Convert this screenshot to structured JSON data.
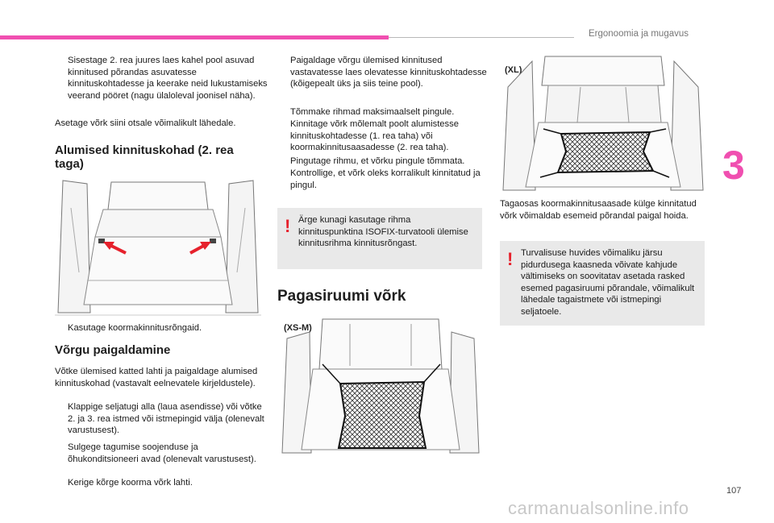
{
  "header": {
    "section_title": "Ergonoomia ja mugavus",
    "chapter_number": "3",
    "page_number": "107"
  },
  "col1": {
    "intro_bullet": "Sisestage 2. rea juures laes kahel pool asuvad kinnitused põrandas asuvatesse kinnituskohtadesse ja keerake neid lukustamiseks veerand pööret (nagu ülaloleval joonisel näha).",
    "intro_line": "Asetage võrk siini otsale võimalikult lähedale.",
    "heading1": "Alumised kinnituskohad (2. rea taga)",
    "caption_bullet": "Kasutage koormakinnitusrõngaid.",
    "heading2": "Võrgu paigaldamine",
    "install_intro": "Võtke ülemised katted lahti ja paigaldage alumised kinnituskohad (vastavalt eelnevatele kirjeldustele).",
    "bullets": [
      "Klappige seljatugi alla (laua asendisse) või võtke 2. ja 3. rea istmed või istmepingid välja (olenevalt varustusest).",
      "Sulgege tagumise soojenduse ja õhukonditsioneeri avad (olenevalt varustusest).",
      "Kerige kõrge koorma võrk lahti."
    ]
  },
  "col2": {
    "bullets": [
      "Paigaldage võrgu ülemised kinnitused vastavatesse laes olevatesse kinnituskohtadesse (kõigepealt üks ja siis teine pool).",
      "Tõmmake rihmad maksimaalselt pingule.",
      "Kinnitage võrk mõlemalt poolt alumistesse kinnituskohtadesse (1. rea taha) või koormakinnitusaasadesse (2. rea taha).",
      "Pingutage rihmu, et võrku pingule tõmmata.",
      "Kontrollige, et võrk oleks korralikult kinnitatud ja pingul."
    ],
    "warning": "Ärge kunagi kasutage rihma kinnituspunktina ISOFIX-turvatooli ülemise kinnitusrihma kinnitusrõngast.",
    "heading": "Pagasiruumi võrk",
    "figure_label": "(XS-M)"
  },
  "col3": {
    "figure_label": "(XL)",
    "caption": "Tagaosas koormakinnitusaasade külge kinnitatud võrk võimaldab esemeid põrandal paigal hoida.",
    "warning": "Turvalisuse huvides võimaliku järsu pidurdusega kaasneda võivate kahjude vältimiseks on soovitatav asetada rasked esemed pagasiruumi põrandale, võimalikult lähedale tagaistmete või istmepingi seljatoele."
  },
  "bullet_marker": "",
  "warning_marker": "!",
  "watermark": "carmanualsonline.info",
  "colors": {
    "accent": "#f04fb0",
    "warning_red": "#e6212c",
    "box_grey": "#e9e9e9"
  }
}
